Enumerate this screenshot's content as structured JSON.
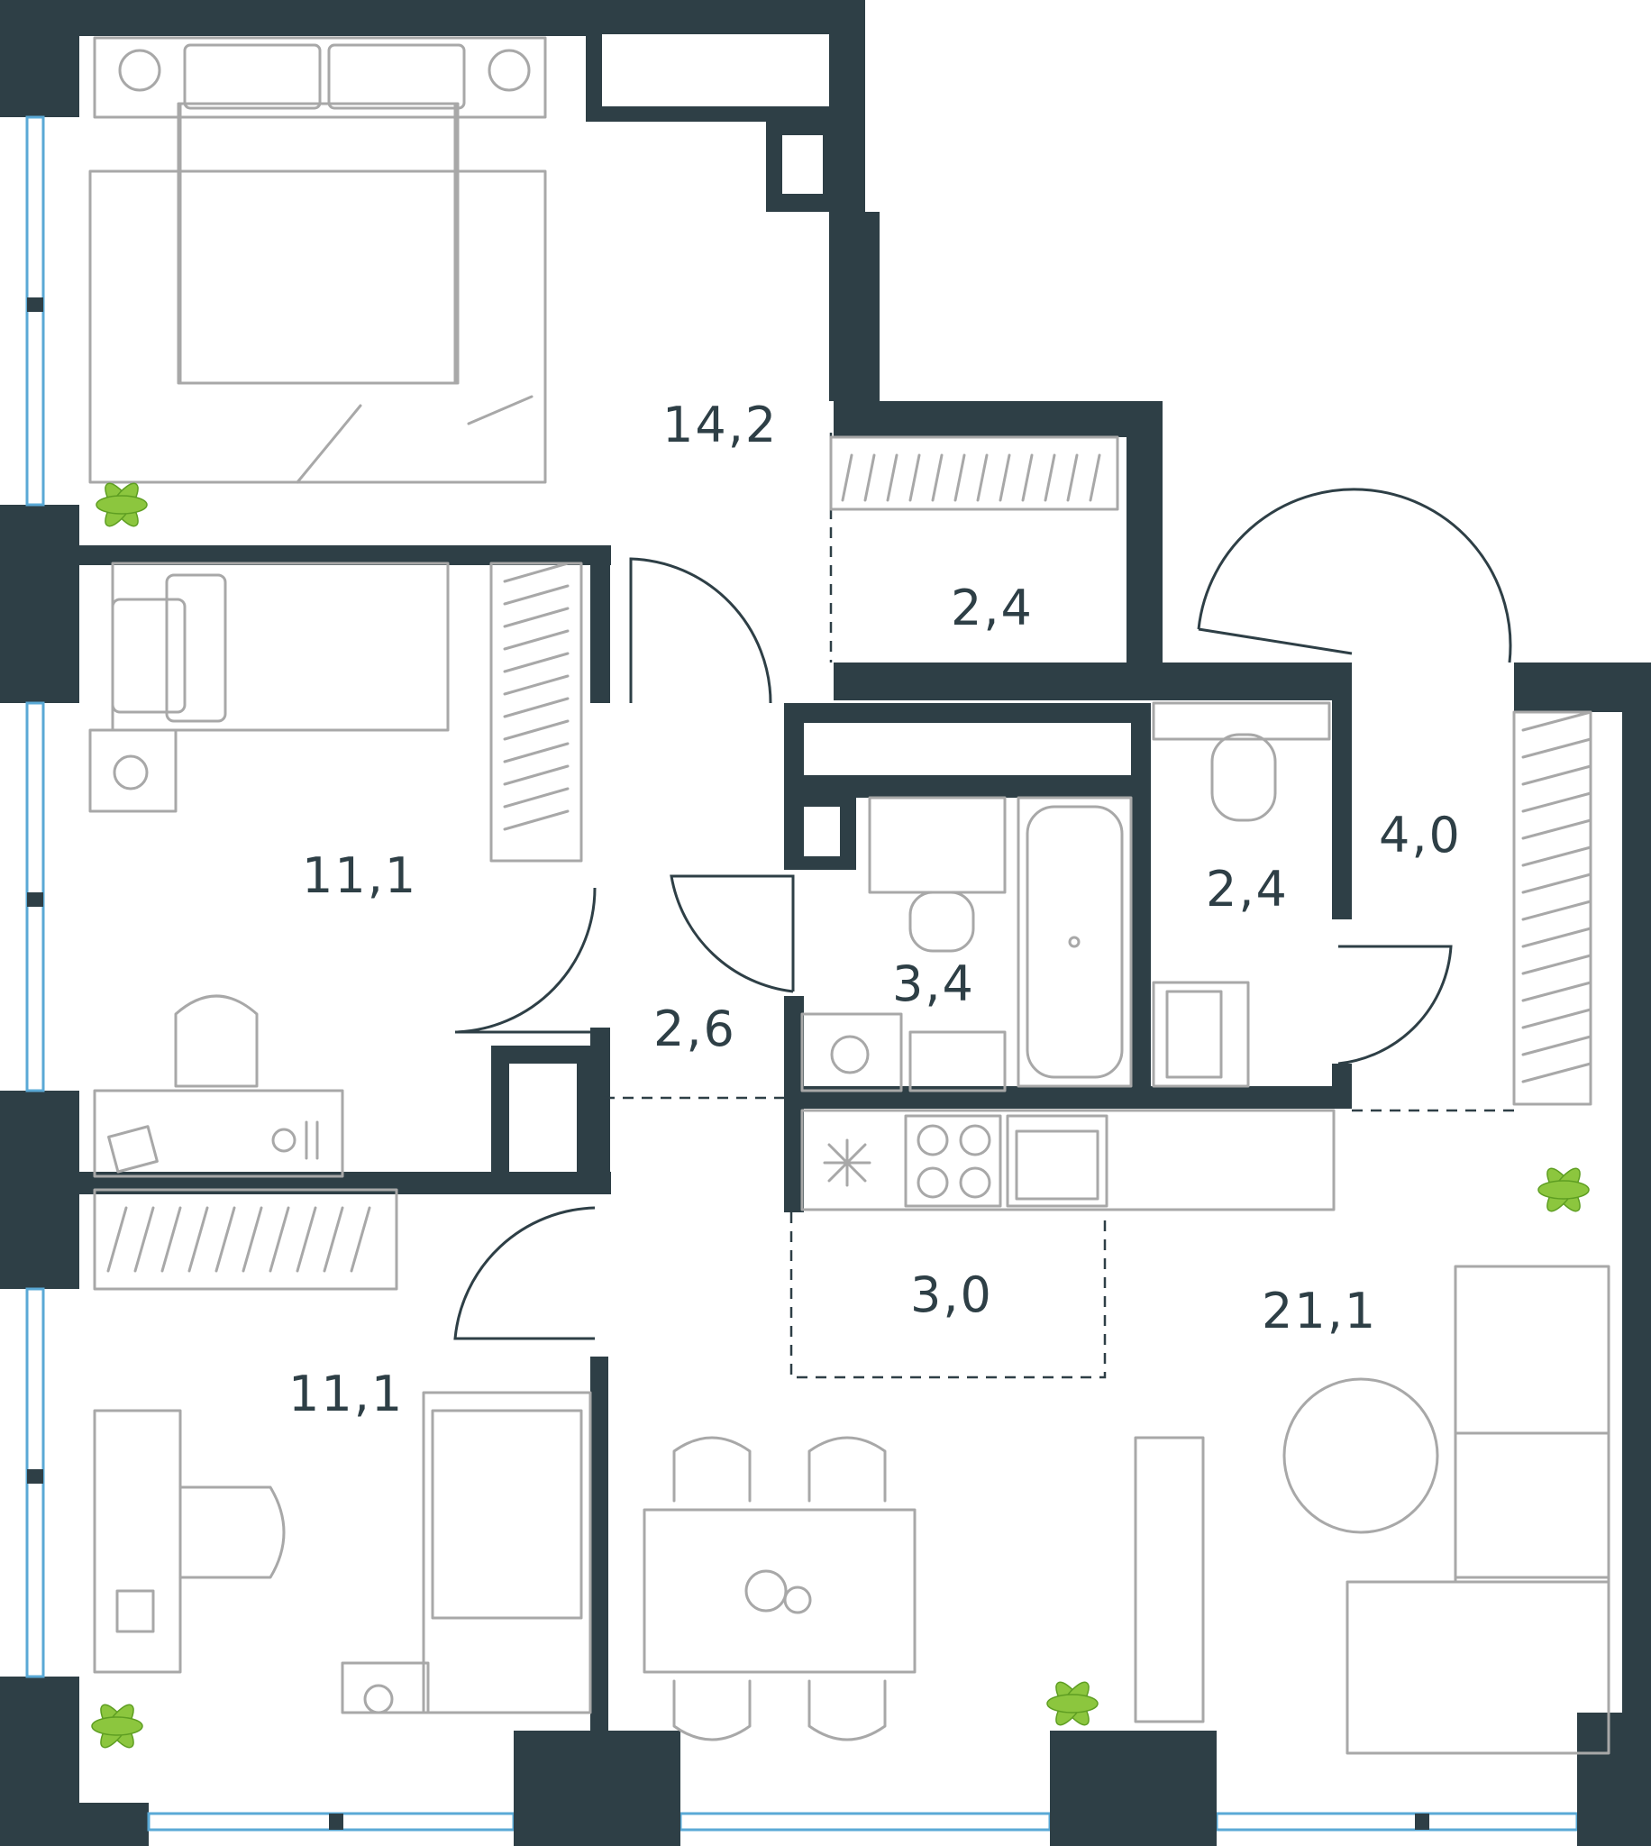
{
  "plan": {
    "colors": {
      "wall": "#2e3f46",
      "furniture": "#a8a8a8",
      "window": "#5aa9d6",
      "plant": "#8cc63e"
    },
    "rooms": [
      {
        "id": "bedroom-1",
        "area": "14,2"
      },
      {
        "id": "storage-1",
        "area": "2,4"
      },
      {
        "id": "bedroom-2",
        "area": "11,1"
      },
      {
        "id": "corridor",
        "area": "2,6"
      },
      {
        "id": "bathroom",
        "area": "3,4"
      },
      {
        "id": "toilet",
        "area": "2,4"
      },
      {
        "id": "hall",
        "area": "4,0"
      },
      {
        "id": "kitchen",
        "area": "3,0"
      },
      {
        "id": "bedroom-3",
        "area": "11,1"
      },
      {
        "id": "living-room",
        "area": "21,1"
      }
    ]
  }
}
